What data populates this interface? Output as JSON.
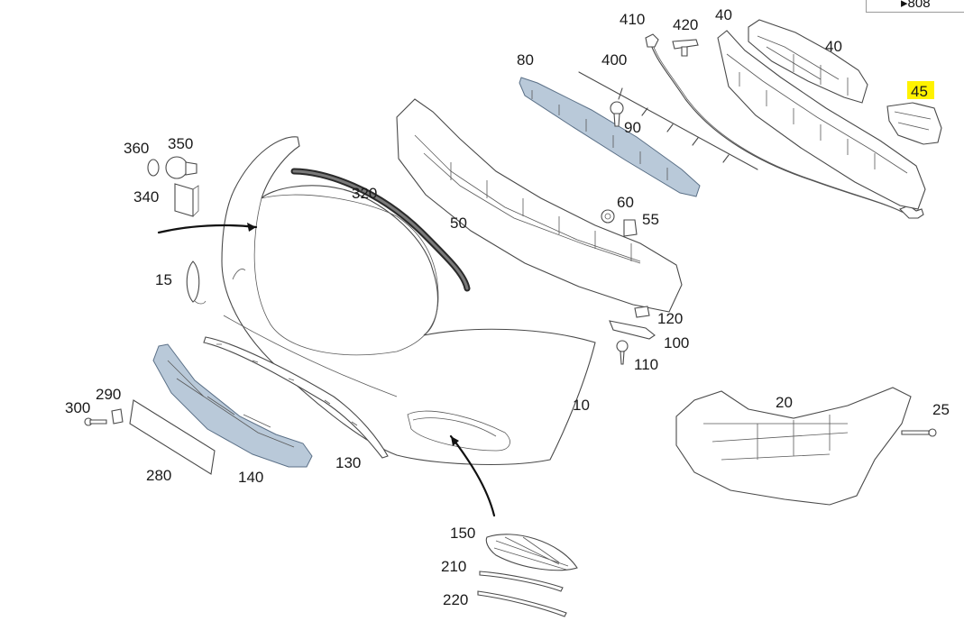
{
  "reference_tag": "▸808",
  "callouts": [
    {
      "id": "410",
      "highlight": false
    },
    {
      "id": "420",
      "highlight": false
    },
    {
      "id": "40",
      "highlight": false
    },
    {
      "id": "40",
      "highlight": false
    },
    {
      "id": "80",
      "highlight": false
    },
    {
      "id": "400",
      "highlight": false
    },
    {
      "id": "45",
      "highlight": true
    },
    {
      "id": "90",
      "highlight": false
    },
    {
      "id": "360",
      "highlight": false
    },
    {
      "id": "350",
      "highlight": false
    },
    {
      "id": "340",
      "highlight": false
    },
    {
      "id": "320",
      "highlight": false
    },
    {
      "id": "60",
      "highlight": false
    },
    {
      "id": "55",
      "highlight": false
    },
    {
      "id": "50",
      "highlight": false
    },
    {
      "id": "15",
      "highlight": false
    },
    {
      "id": "120",
      "highlight": false
    },
    {
      "id": "100",
      "highlight": false
    },
    {
      "id": "110",
      "highlight": false
    },
    {
      "id": "290",
      "highlight": false
    },
    {
      "id": "300",
      "highlight": false
    },
    {
      "id": "10",
      "highlight": false
    },
    {
      "id": "20",
      "highlight": false
    },
    {
      "id": "25",
      "highlight": false
    },
    {
      "id": "130",
      "highlight": false
    },
    {
      "id": "280",
      "highlight": false
    },
    {
      "id": "140",
      "highlight": false
    },
    {
      "id": "150",
      "highlight": false
    },
    {
      "id": "210",
      "highlight": false
    },
    {
      "id": "220",
      "highlight": false
    }
  ],
  "colors": {
    "highlight": "#fff200",
    "part_fill": "#b9c9d9",
    "line": "#4a4a4a"
  }
}
